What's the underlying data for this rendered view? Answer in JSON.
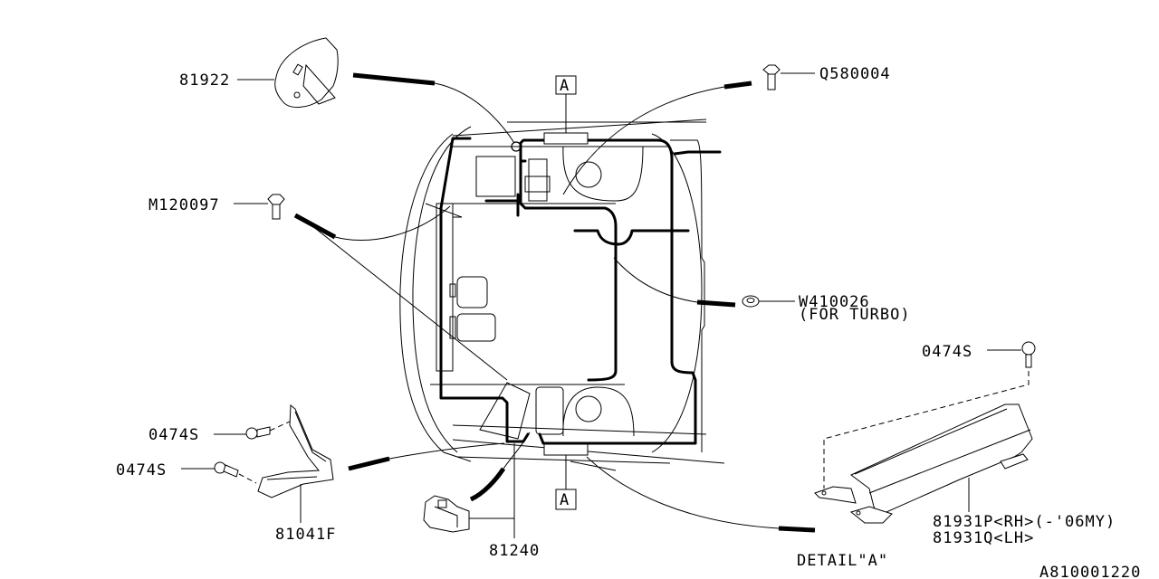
{
  "diagram": {
    "title": "Wiring harness - rear / trunk room",
    "diagram_id": "A810001220",
    "detail_label": "DETAIL\"A\"",
    "section_markers": [
      "A",
      "A"
    ],
    "parts": [
      {
        "id": "81922",
        "label": "81922",
        "icon": "connector-clip-icon"
      },
      {
        "id": "Q580004",
        "label": "Q580004",
        "icon": "bolt-icon"
      },
      {
        "id": "M120097",
        "label": "M120097",
        "icon": "bolt-icon"
      },
      {
        "id": "W410026",
        "label": "W410026",
        "note": "(FOR TURBO)",
        "icon": "grommet-icon"
      },
      {
        "id": "0474S-right",
        "label": "0474S",
        "icon": "screw-icon"
      },
      {
        "id": "0474S-left-1",
        "label": "0474S",
        "icon": "screw-icon"
      },
      {
        "id": "0474S-left-2",
        "label": "0474S",
        "icon": "screw-icon"
      },
      {
        "id": "81041F",
        "label": "81041F",
        "icon": "bracket-icon"
      },
      {
        "id": "81240",
        "label": "81240",
        "icon": "connector-block-icon"
      },
      {
        "id": "81931P",
        "label": "81931P<RH>(-'06MY)",
        "icon": "curtain-airbag-module-icon"
      },
      {
        "id": "81931Q",
        "label": "81931Q<LH>"
      }
    ]
  }
}
